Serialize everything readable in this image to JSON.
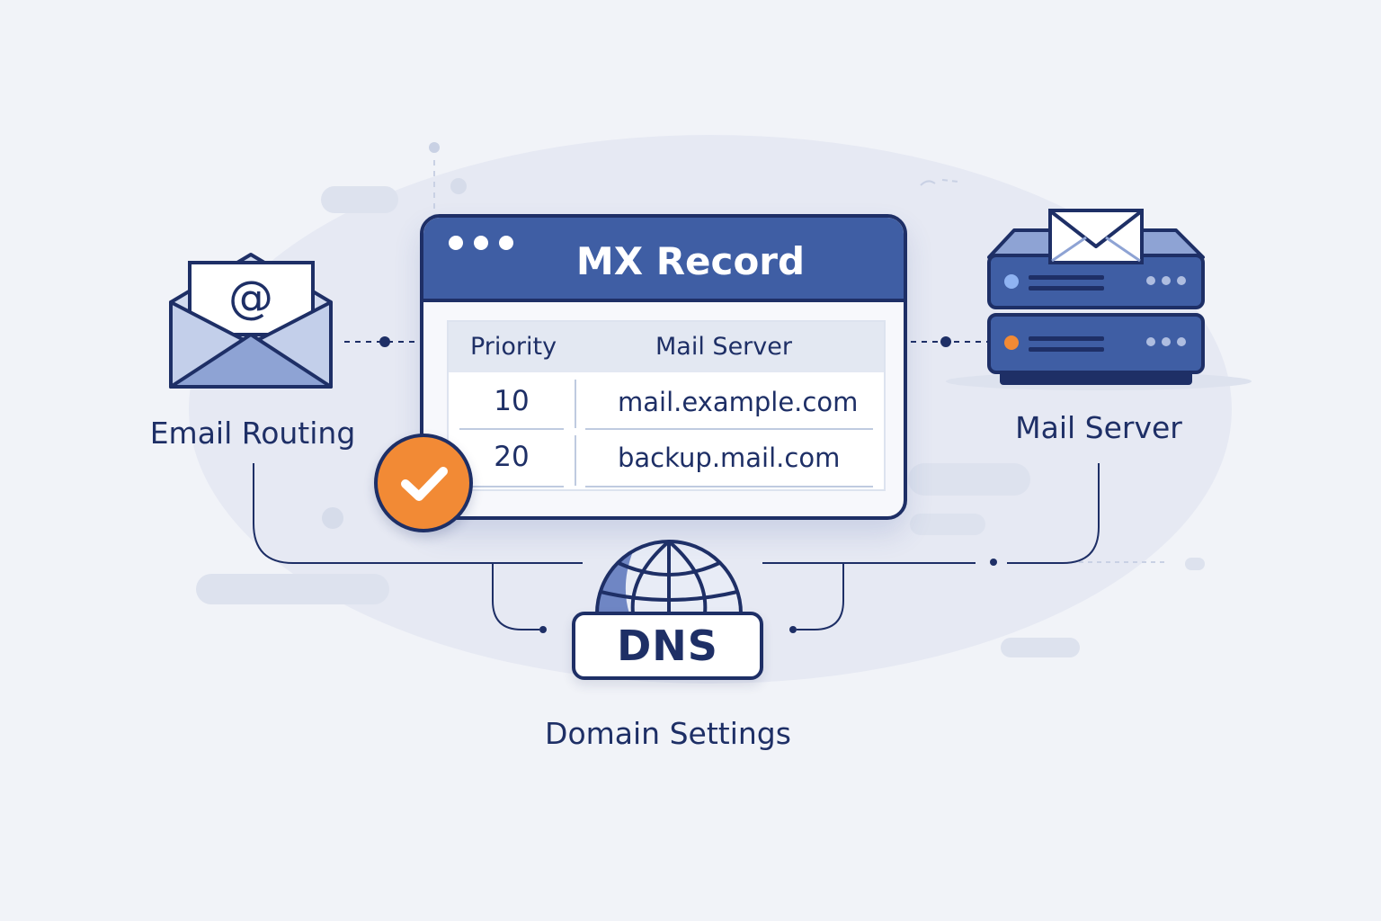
{
  "mx_record": {
    "title": "MX Record",
    "columns": [
      "Priority",
      "Mail Server"
    ],
    "rows": [
      {
        "priority": "10",
        "mail_server": "mail.example.com"
      },
      {
        "priority": "20",
        "mail_server": "backup.mail.com"
      }
    ]
  },
  "labels": {
    "email_routing": "Email Routing",
    "mail_server": "Mail Server",
    "dns": "DNS",
    "domain_settings": "Domain Settings"
  },
  "icons": {
    "email": "envelope-at-icon",
    "server": "server-rack-icon",
    "globe": "globe-icon",
    "check": "check-badge-icon"
  },
  "colors": {
    "navy": "#1e2f66",
    "primary_blue": "#3f5ea4",
    "light_blue": "#aebde0",
    "accent_orange": "#f28a35",
    "background": "#f1f3f8"
  }
}
